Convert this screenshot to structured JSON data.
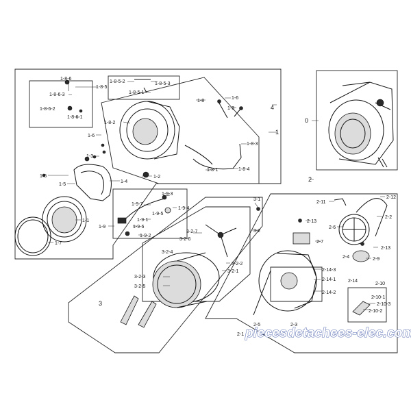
{
  "groups": [
    "0",
    "1",
    "2",
    "3",
    "4"
  ],
  "labels": {
    "l186": "1-8-6",
    "l185": "1-8-5",
    "l1852": "1-8-5-2",
    "l1853": "1-8-5-3",
    "l1851": "1-8-5-1",
    "l1863": "1-8-6-3",
    "l1862": "1-8-6-2",
    "l1861": "1-8-6-1",
    "l18": "1-8",
    "l182": "1-8-2",
    "l16a": "1-6",
    "l13a": "1-3",
    "l16b": "1-6",
    "l13b": "1-3",
    "l16c": "1-6",
    "l183": "1-8-3",
    "l181": "1-8-1",
    "l184": "1-8-4",
    "l15": "1-5",
    "l14": "1-4",
    "l12": "1-2",
    "l11": "1-1",
    "l17": "1-7",
    "l19": "1-9",
    "l193": "1-9-3",
    "l194": "1-9-4",
    "l197": "1-9-7",
    "l195": "1-9-5",
    "l191": "1-9-1",
    "l196": "1-9-6",
    "l192": "1-9-2",
    "l31": "3-1",
    "l32": "3-2",
    "l327": "3-2-7",
    "l326": "3-2-6",
    "l322": "3-2-2",
    "l321": "3-2-1",
    "l324": "3-2-4",
    "l323": "3-2-3",
    "l325": "3-2-5",
    "l211": "2-11",
    "l212": "2-12",
    "l22": "2-2",
    "l213a": "2-13",
    "l26": "2-6",
    "l27": "2-7",
    "l213b": "2-13",
    "l24": "2-4",
    "l29": "2-9",
    "l2143": "2-14-3",
    "l2141": "2-14-1",
    "l214": "2-14",
    "l2142": "2-14-2",
    "l210": "2-10",
    "l2101": "2-10-1",
    "l2103": "2-10-3",
    "l2102": "2-10-2",
    "l25": "2-5",
    "l23": "2-3",
    "l21": "2-1"
  },
  "watermark": "piecesdetachees-elec.com"
}
